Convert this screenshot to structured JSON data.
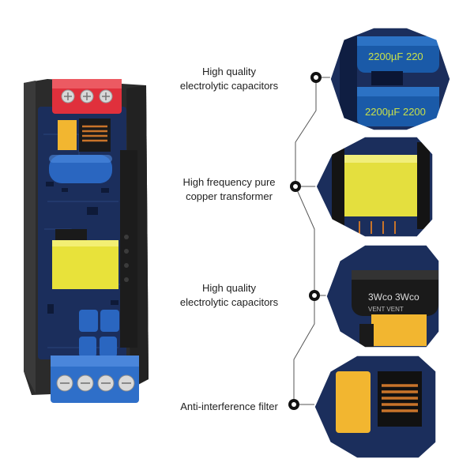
{
  "features": [
    {
      "lines": [
        "High quality",
        "electrolytic capacitors"
      ],
      "icon": "capacitor-closeup-icon"
    },
    {
      "lines": [
        "High frequency pure",
        "copper transformer"
      ],
      "icon": "transformer-closeup-icon"
    },
    {
      "lines": [
        "High quality",
        "electrolytic capacitors"
      ],
      "icon": "capacitor-closeup-icon"
    },
    {
      "lines": [
        "Anti-interference filter"
      ],
      "icon": "filter-choke-closeup-icon"
    }
  ],
  "capacitor_print": {
    "top_hex_text_1": "2200µF 220",
    "top_hex_text_2": "2200µF 2200",
    "bottom_cap_text": "3Wco  3Wco",
    "bottom_cap_sub": "VENT  VENT"
  },
  "colors": {
    "pcb_blue": "#1b2e5c",
    "pcb_dark": "#132146",
    "terminal_red": "#e0303c",
    "terminal_blue": "#2f6fc9",
    "transformer_yellow": "#e8e23a",
    "capacitor_blue": "#2a66c0",
    "capacitor_black": "#1a1a1a",
    "filter_yellow": "#f2b630",
    "copper": "#c8742a",
    "connector_line": "#555555",
    "dot": "#111111"
  }
}
